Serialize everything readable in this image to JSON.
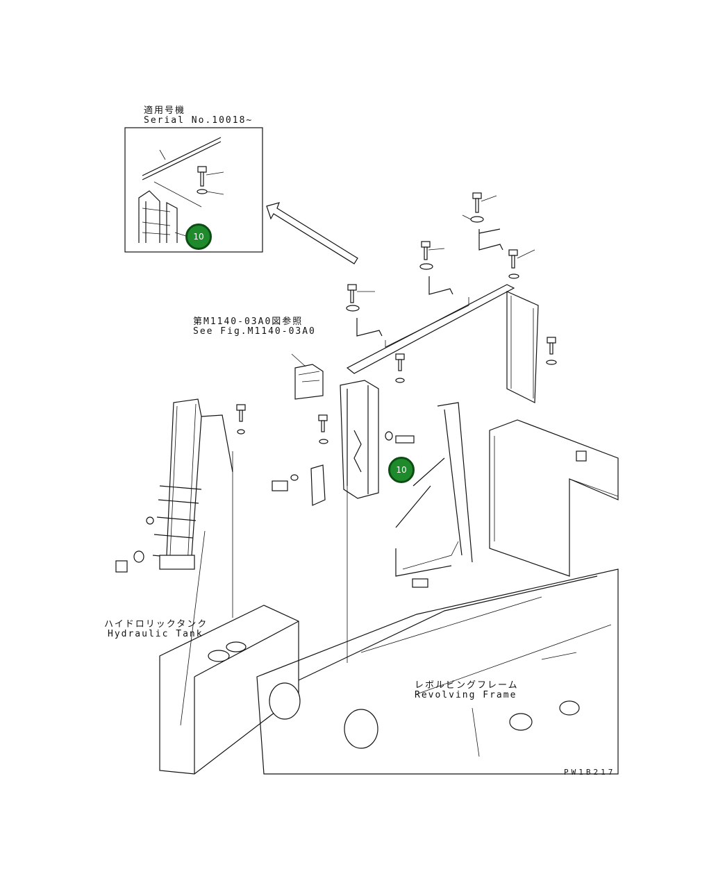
{
  "labels": {
    "serial_jp": "適用号機",
    "serial_en": "Serial No.10018~",
    "see_fig_jp": "第M1140-03A0図参照",
    "see_fig_en": "See Fig.M1140-03A0",
    "tank_jp": "ハイドロリックタンク",
    "tank_en": "Hydraulic Tank",
    "frame_jp": "レボルビングフレーム",
    "frame_en": "Revolving Frame",
    "drawing_code": "PW1B217"
  },
  "callouts": [
    "10",
    "10"
  ],
  "colors": {
    "callout_fill": "#1f8a2c",
    "callout_border": "#0b4d13",
    "line": "#111111"
  }
}
